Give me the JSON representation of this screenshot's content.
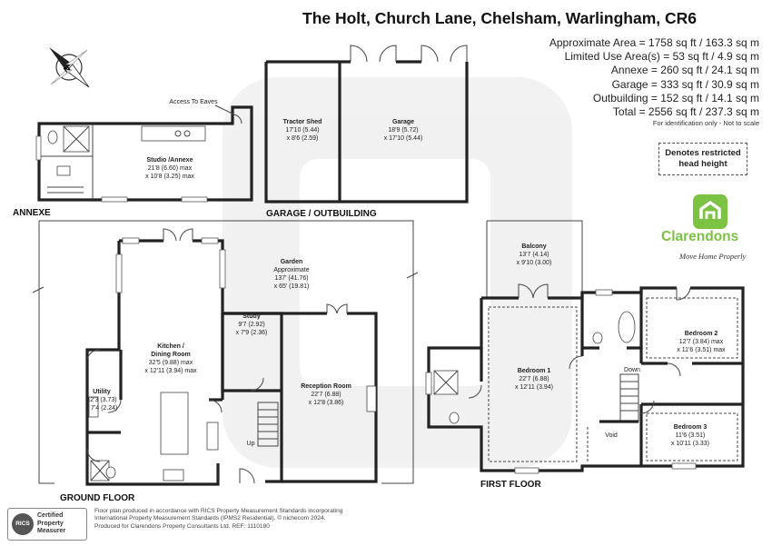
{
  "header": {
    "title": "The Holt, Church Lane, Chelsham, Warlingham, CR6"
  },
  "areas": [
    "Approximate Area = 1758 sq ft / 163.3 sq m",
    "Limited Use Area(s) = 53 sq ft / 4.9 sq m",
    "Annexe = 260 sq ft / 24.1 sq m",
    "Garage = 333 sq ft / 30.9 sq m",
    "Outbuilding = 152 sq ft / 14.1 sq m",
    "Total = 2556 sq ft / 237.3 sq m"
  ],
  "identification_note": "For identification only - Not to scale",
  "restricted_note": "Denotes restricted head height",
  "brand": {
    "name": "Clarendons",
    "tagline": "Move Home Properly",
    "color": "#7cc243"
  },
  "compass": {
    "label": "N"
  },
  "sections": {
    "annexe": "ANNEXE",
    "garage": "GARAGE / OUTBUILDING",
    "ground": "GROUND FLOOR",
    "first": "FIRST FLOOR"
  },
  "rooms": {
    "studio": {
      "name": "Studio /Annexe",
      "dim1": "21'8 (6.60) max",
      "dim2": "x 10'8 (3.25) max"
    },
    "eaves": {
      "name": "Access To Eaves"
    },
    "tractor": {
      "name": "Tractor Shed",
      "dim1": "17'10 (5.44)",
      "dim2": "x 8'6 (2.59)"
    },
    "garage": {
      "name": "Garage",
      "dim1": "18'9 (5.72)",
      "dim2": "x 17'10 (5.44)"
    },
    "garden": {
      "name": "Garden",
      "sub": "Approximate",
      "dim1": "137' (41.76)",
      "dim2": "x 65' (19.81)"
    },
    "kitchen": {
      "name1": "Kitchen /",
      "name2": "Dining Room",
      "dim1": "32'5 (9.88) max",
      "dim2": "x 12'11 (3.94) max"
    },
    "utility": {
      "name": "Utility",
      "dim1": "12'3 (3.73)",
      "dim2": "x 7'4 (2.24)"
    },
    "study": {
      "name": "Study",
      "dim1": "9'7 (2.92)",
      "dim2": "x 7'9 (2.36)"
    },
    "reception": {
      "name": "Reception Room",
      "dim1": "22'7 (6.88)",
      "dim2": "x 12'8 (3.86)"
    },
    "up": {
      "name": "Up"
    },
    "balcony": {
      "name": "Balcony",
      "dim1": "13'7 (4.14)",
      "dim2": "x 9'10 (3.00)"
    },
    "bed1": {
      "name": "Bedroom 1",
      "dim1": "22'7 (6.88)",
      "dim2": "x 12'11 (3.94)"
    },
    "bed2": {
      "name": "Bedroom 2",
      "dim1": "12'7 (3.84) max",
      "dim2": "x 11'6 (3.51) max"
    },
    "bed3": {
      "name": "Bedroom 3",
      "dim1": "11'6 (3.51)",
      "dim2": "x 10'11 (3.33)"
    },
    "down": {
      "name": "Down"
    },
    "void": {
      "name": "Void"
    }
  },
  "rics": {
    "circle": "RICS",
    "line1": "Certified",
    "line2": "Property",
    "line3": "Measurer"
  },
  "footer": [
    "Floor plan produced in accordance with RICS Property Measurement Standards incorporating",
    "International Property Measurement Standards (IPMS2 Residential).  © nichecom 2024.",
    "Produced for Clarendons Property Consultants Ltd.    REF:  1110180"
  ]
}
